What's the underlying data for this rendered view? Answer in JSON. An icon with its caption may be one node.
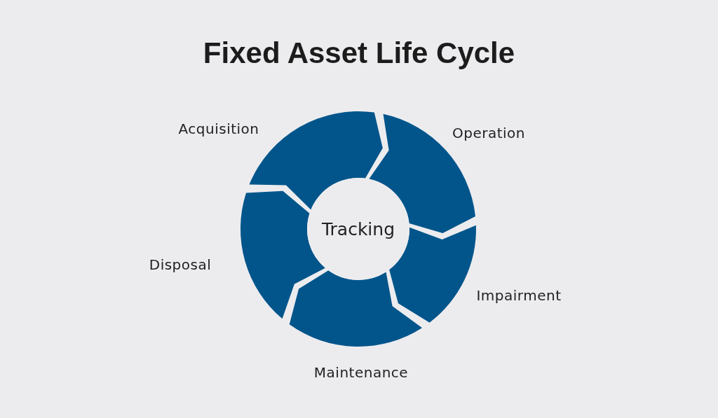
{
  "diagram": {
    "title": "Fixed Asset Life Cycle",
    "nodes": [
      {
        "text": [],
        "shape": "arrow",
        "beside": [
          "Acquisition"
        ]
      },
      {
        "text": [],
        "shape": "arrow",
        "beside": [
          "Operation"
        ]
      },
      {
        "text": [],
        "shape": "arrow",
        "beside": [
          "Impairment"
        ]
      },
      {
        "text": [],
        "shape": "arrow",
        "beside": [
          "Maintenance"
        ]
      },
      {
        "text": [],
        "shape": "arrow",
        "beside": [
          "Disposal"
        ]
      },
      {
        "text": [
          "Tracking"
        ]
      }
    ],
    "edges": []
  }
}
